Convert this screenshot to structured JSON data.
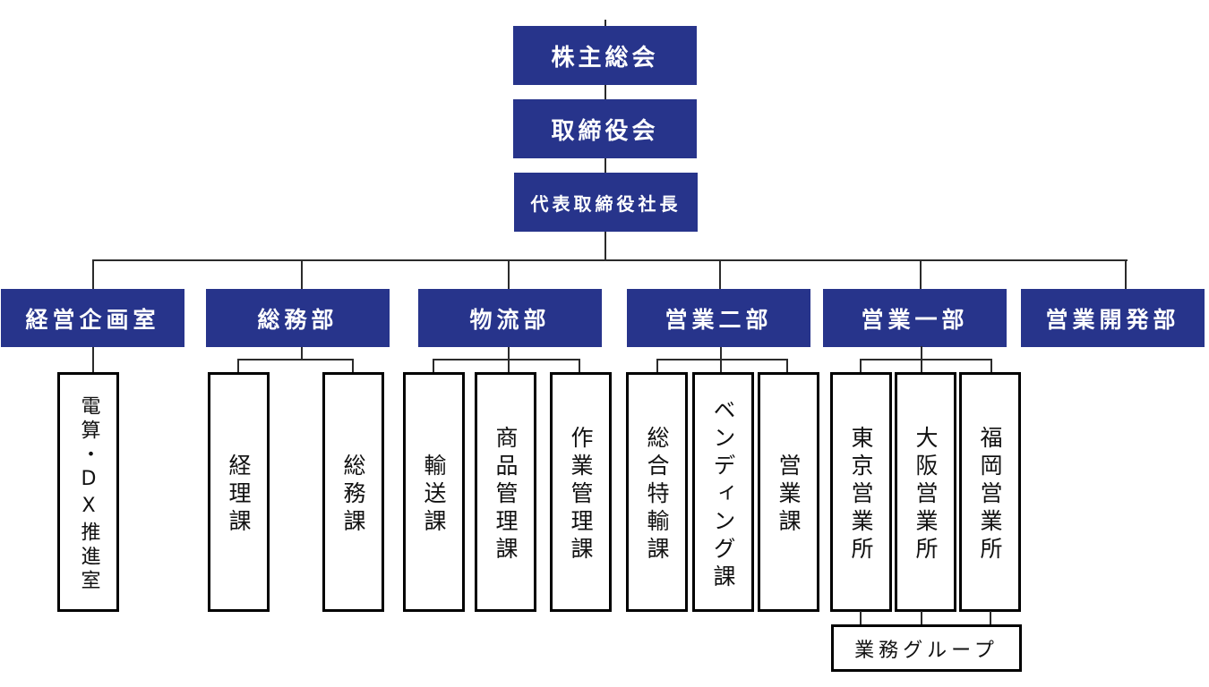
{
  "title": "組織図",
  "top_chain": [
    {
      "label": "株主総会"
    },
    {
      "label": "取締役会"
    },
    {
      "label": "代表取締役社長"
    }
  ],
  "departments": [
    {
      "label": "経営企画室",
      "sections": [
        "電算・DX推進室"
      ]
    },
    {
      "label": "総務部",
      "sections": [
        "経理課",
        "総務課"
      ]
    },
    {
      "label": "物流部",
      "sections": [
        "輸送課",
        "商品管理課",
        "作業管理課"
      ]
    },
    {
      "label": "営業二部",
      "sections": [
        "総合特輸課",
        "ベンディング課",
        "営業課"
      ]
    },
    {
      "label": "営業一部",
      "sections": [
        "東京営業所",
        "大阪営業所",
        "福岡営業所"
      ]
    },
    {
      "label": "営業開発部",
      "sections": []
    }
  ],
  "shared_group": {
    "label": "業務グループ",
    "serves": [
      "東京営業所",
      "大阪営業所",
      "福岡営業所"
    ]
  },
  "colors": {
    "box_fill": "#27348b",
    "box_text": "#ffffff",
    "section_border": "#000000",
    "connector": "#2b2b2b"
  }
}
